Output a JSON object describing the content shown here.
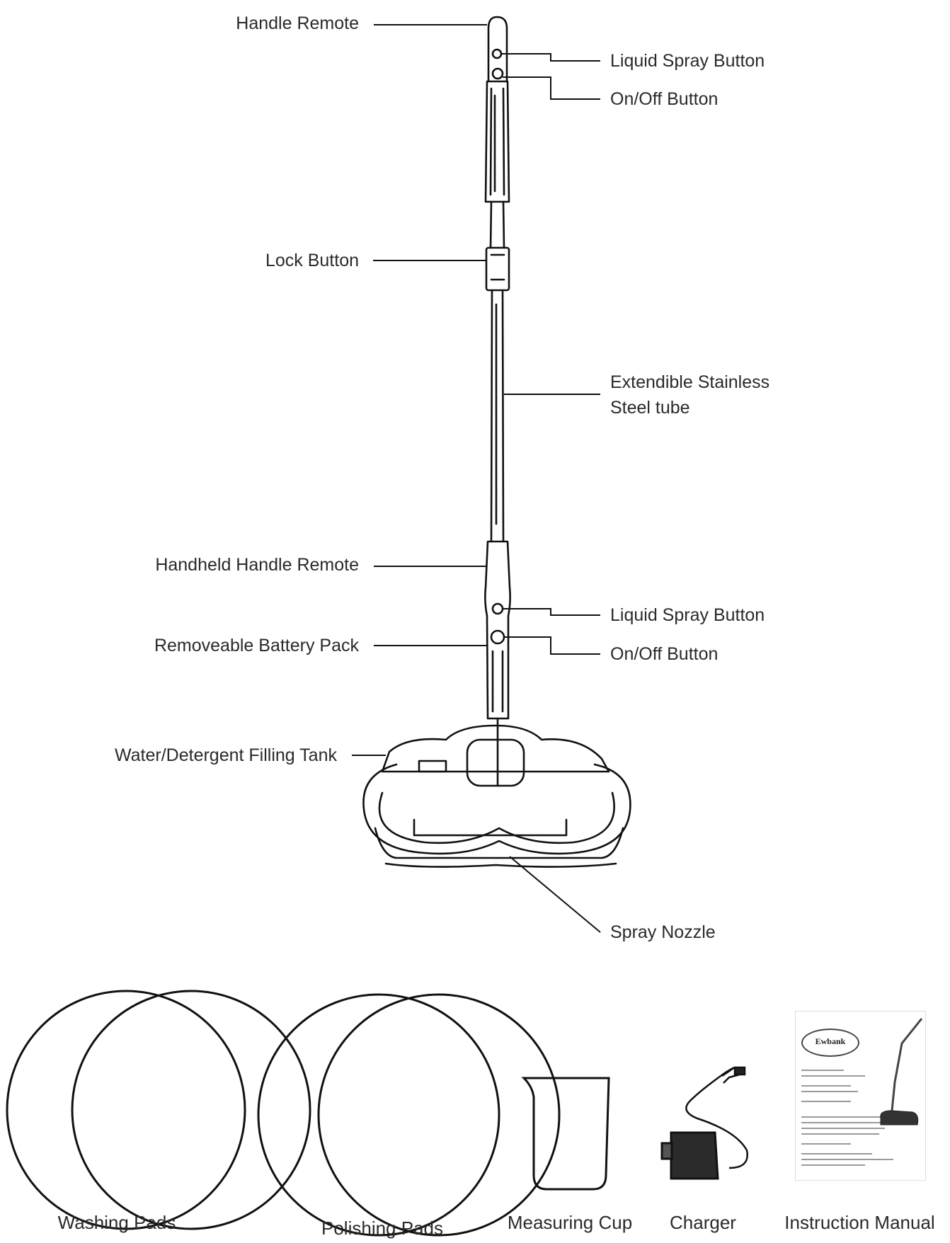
{
  "labels": {
    "handle_remote": "Handle Remote",
    "liquid_spray_top": "Liquid Spray Button",
    "onoff_top": "On/Off Button",
    "lock_button": "Lock Button",
    "tube_line1": "Extendible Stainless",
    "tube_line2": "Steel tube",
    "handheld_remote": "Handheld Handle Remote",
    "liquid_spray_bottom": "Liquid Spray Button",
    "battery_pack": "Removeable Battery Pack",
    "onoff_bottom": "On/Off Button",
    "filling_tank": "Water/Detergent Filling Tank",
    "spray_nozzle": "Spray Nozzle"
  },
  "accessories": {
    "washing_pads": "Washing Pads",
    "polishing_pads": "Polishing Pads",
    "measuring_cup": "Measuring Cup",
    "charger": "Charger",
    "instruction_manual": "Instruction Manual"
  },
  "manual_cover": {
    "logo": "Ewbank"
  },
  "icons": {
    "mop": "floor-polisher-icon",
    "pads": "round-pad-icon",
    "cup": "measuring-cup-icon",
    "charger": "charger-plug-icon",
    "manual": "booklet-icon"
  },
  "colors": {
    "line": "#111111",
    "text": "#2a2a2a"
  }
}
